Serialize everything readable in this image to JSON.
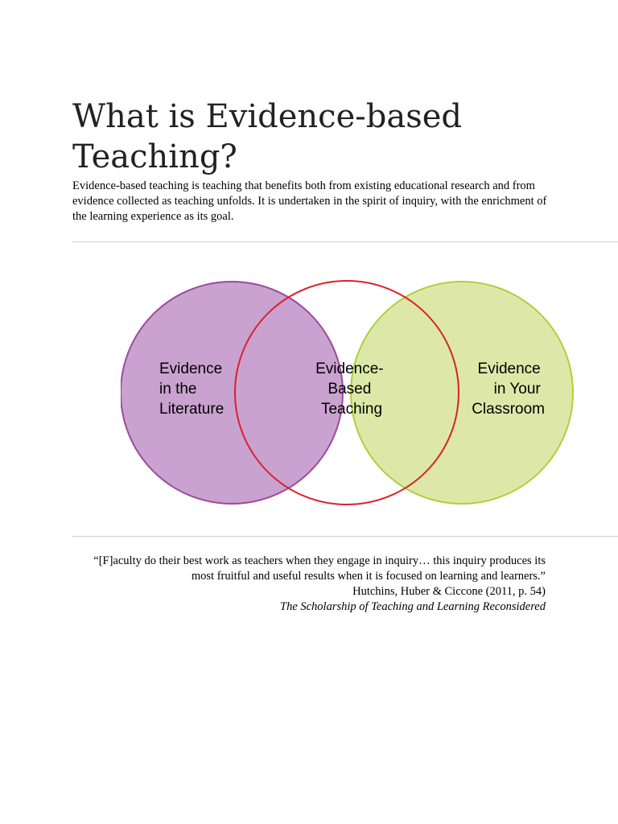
{
  "document": {
    "title": "What is Evidence-based Teaching?",
    "intro": "Evidence-based teaching is teaching that benefits both from existing educational research and from evidence collected as teaching unfolds.  It is undertaken in the spirit of inquiry, with the enrichment of the learning experience as its goal."
  },
  "diagram": {
    "left_label": [
      "Evidence",
      "in the",
      "Literature"
    ],
    "center_label": [
      "Evidence-",
      "Based",
      "Teaching"
    ],
    "right_label": [
      "Evidence",
      "in Your",
      "Classroom"
    ],
    "colors": {
      "left_fill": "#c9a2cf",
      "left_stroke": "#9c4a9e",
      "right_fill": "#dde8a8",
      "right_stroke": "#afcf3c",
      "overlap_fill": "#f4a394",
      "overlap_stroke": "#d8232a"
    }
  },
  "quote": {
    "line1": "“[F]aculty do their best work as teachers when they engage in inquiry… this inquiry produces its",
    "line2": "most fruitful and useful results when it is focused on learning and learners.”",
    "attribution": "Hutchins, Huber & Ciccone (2011, p. 54)",
    "source": "The Scholarship of Teaching and Learning Reconsidered"
  }
}
